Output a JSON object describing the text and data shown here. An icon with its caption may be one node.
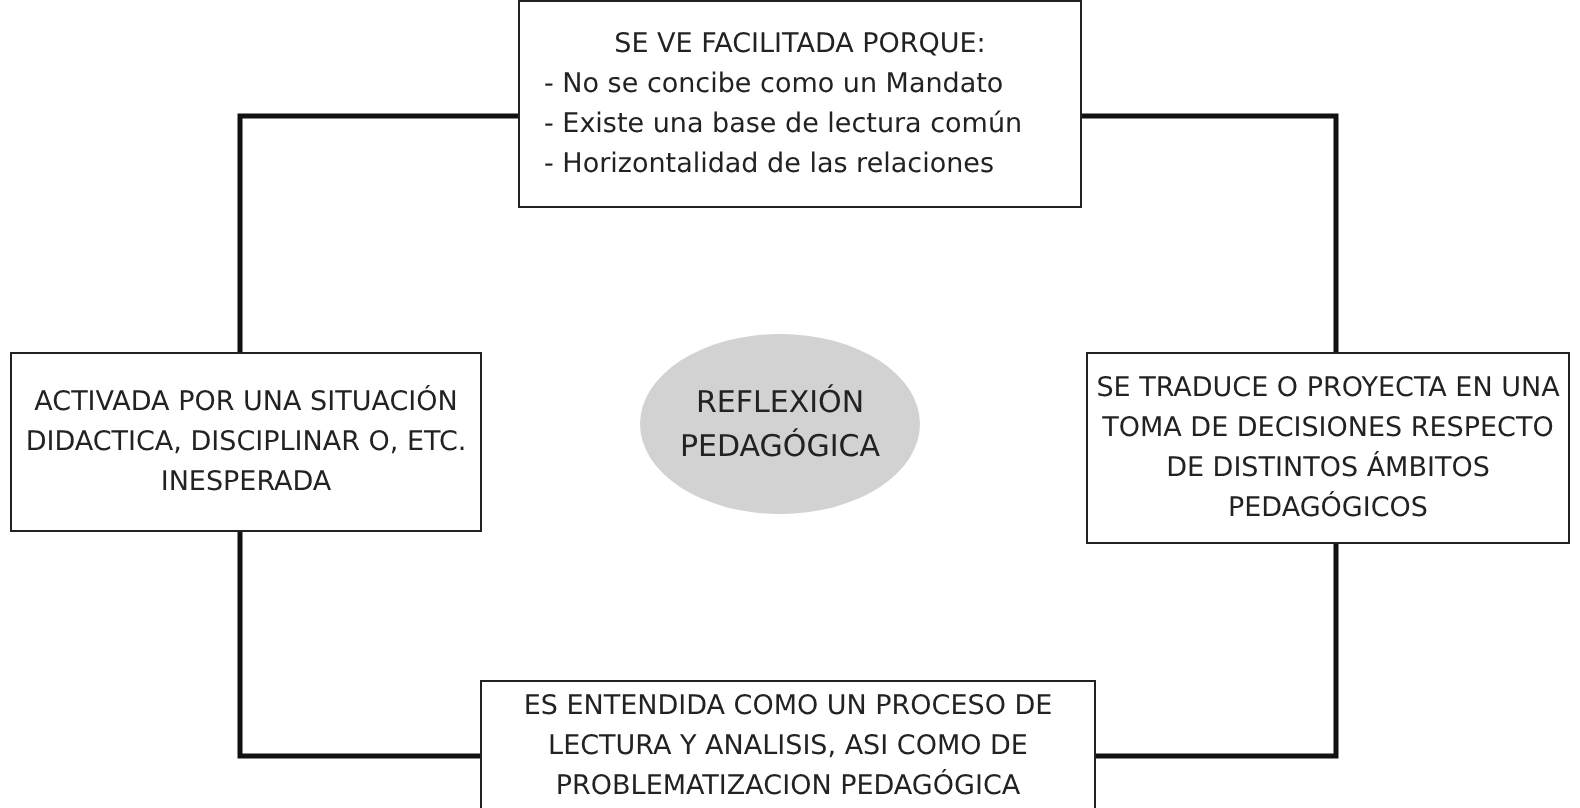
{
  "diagram": {
    "nodes": [
      {
        "text": [
          "SE VE FACILITADA PORQUE:",
          "- No se concibe como un Mandato",
          "- Existe una base de lectura común",
          "- Horizontalidad de las relaciones"
        ]
      },
      {
        "text": [
          "ACTIVADA POR UNA SITUACIÓN DIDACTICA, DISCIPLINAR O, ETC. INESPERADA"
        ]
      },
      {
        "text": [
          "REFLEXIÓN PEDAGÓGICA"
        ]
      },
      {
        "text": [
          "SE TRADUCE O PROYECTA EN UNA TOMA DE DECISIONES RESPECTO DE DISTINTOS ÁMBITOS PEDAGÓGICOS"
        ]
      },
      {
        "text": [
          "ES ENTENDIDA COMO UN PROCESO DE LECTURA Y ANALISIS, ASI COMO DE PROBLEMATIZACION PEDAGÓGICA"
        ]
      }
    ],
    "edges": [
      {
        "from": 0,
        "to": 1,
        "arrow": "none"
      },
      {
        "from": 1,
        "to": 4,
        "arrow": "none"
      },
      {
        "from": 4,
        "to": 3,
        "arrow": "none"
      },
      {
        "from": 3,
        "to": 0,
        "arrow": "none"
      }
    ]
  }
}
